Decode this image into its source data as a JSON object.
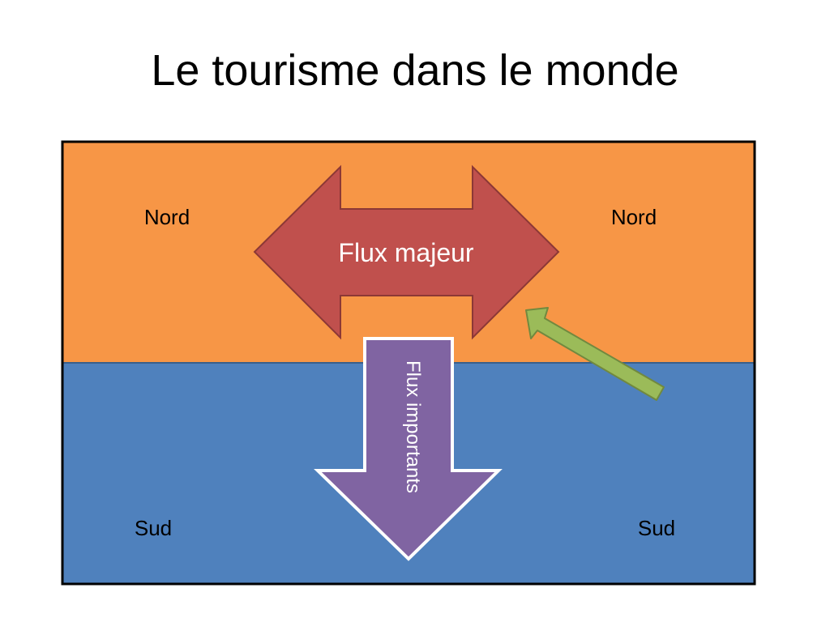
{
  "slide": {
    "title": "Le tourisme dans le monde"
  },
  "diagram": {
    "regions": {
      "north": {
        "color": "#F79646",
        "left_label": "Nord",
        "right_label": "Nord"
      },
      "south": {
        "color": "#4F81BD",
        "left_label": "Sud",
        "right_label": "Sud"
      }
    },
    "arrows": {
      "major": {
        "label": "Flux majeur",
        "color": "#C0504D",
        "direction": "left-right"
      },
      "important": {
        "label": "Flux importants",
        "color": "#8064A2",
        "direction": "down"
      },
      "secondary": {
        "label": "",
        "color": "#9BBB59",
        "direction": "up-left"
      }
    }
  }
}
